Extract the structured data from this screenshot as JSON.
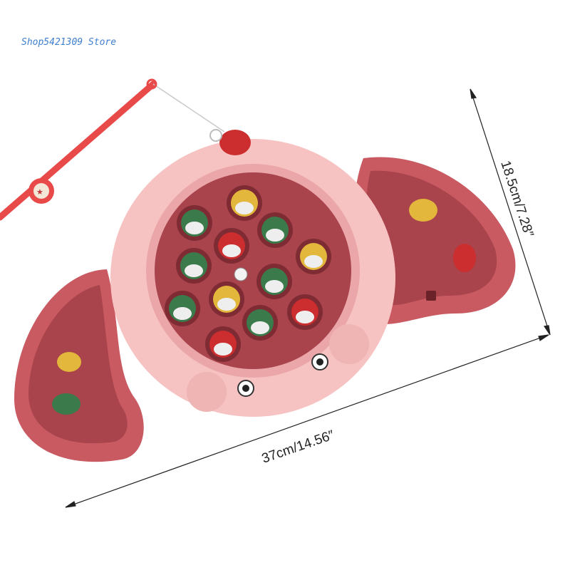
{
  "store_label": "Shop5421309 Store",
  "dimensions": {
    "width_label": "37cm/14.56″",
    "height_label": "18.5cm/7.28″"
  },
  "colors": {
    "body_pink": "#f6c3c2",
    "tray_red": "#b24950",
    "fish_green": "#3b7a4a",
    "fish_yellow": "#e3b73c",
    "fish_red": "#cc2d2e",
    "rod_red": "#e84a4a"
  },
  "pond_fish": [
    {
      "color": "yellow"
    },
    {
      "color": "green"
    },
    {
      "color": "green"
    },
    {
      "color": "red"
    },
    {
      "color": "yellow"
    },
    {
      "color": "green"
    },
    {
      "color": "green"
    },
    {
      "color": "yellow"
    },
    {
      "color": "green"
    },
    {
      "color": "green"
    },
    {
      "color": "red"
    },
    {
      "color": "red"
    }
  ]
}
